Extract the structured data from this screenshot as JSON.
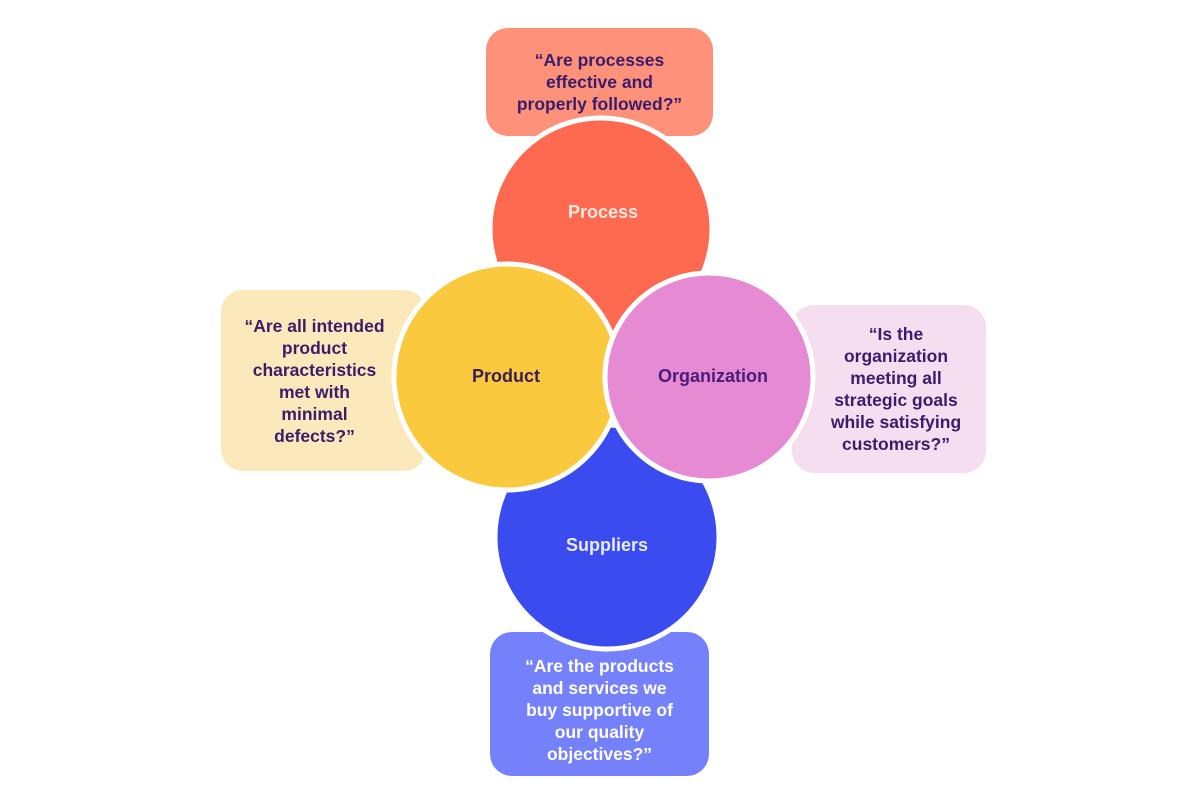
{
  "diagram": {
    "title": "",
    "circles": [
      {
        "id": "process",
        "label": "Process",
        "color": "#fd6a4f",
        "text_color": "#fde8e0"
      },
      {
        "id": "product",
        "label": "Product",
        "color": "#fac93e",
        "text_color": "#3b1c5a"
      },
      {
        "id": "organization",
        "label": "Organization",
        "color": "#e68ad3",
        "text_color": "#4a1c7a"
      },
      {
        "id": "suppliers",
        "label": "Suppliers",
        "color": "#3a4cf0",
        "text_color": "#e8ebff"
      }
    ],
    "questions": {
      "process": "“Are processes\neffective and\nproperly followed?”",
      "product": "“Are all intended\nproduct\ncharacteristics\nmet with\nminimal\ndefects?”",
      "organization": "“Is the\norganization\nmeeting all\nstrategic goals\nwhile satisfying\ncustomers?”",
      "suppliers": "“Are the products\nand services we\nbuy supportive of\nour quality\nobjectives?”"
    },
    "question_colors": {
      "process": "#fd917a",
      "product": "#fbe9bb",
      "organization": "#f5def0",
      "suppliers": "#7581fb"
    }
  }
}
